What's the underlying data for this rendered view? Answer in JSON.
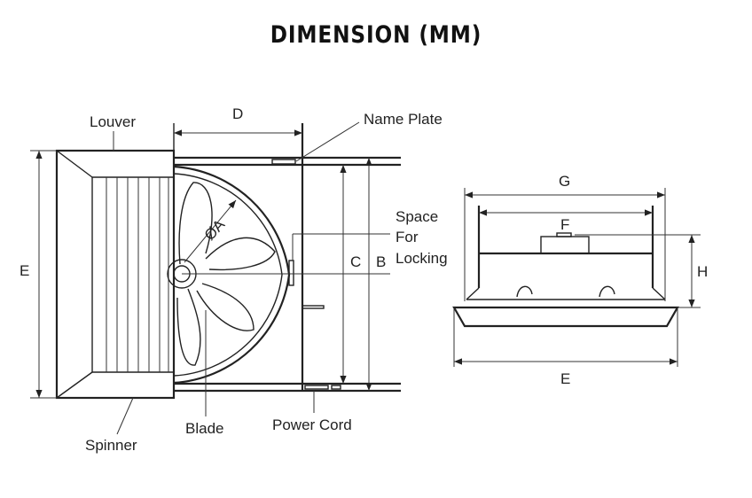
{
  "title": "DIMENSION (MM)",
  "side_view": {
    "louver": "Louver",
    "name_plate": "Name Plate",
    "space_for_locking_1": "Space",
    "space_for_locking_2": "For",
    "space_for_locking_3": "Locking",
    "dim_d": "D",
    "dim_e": "E",
    "dim_c": "C",
    "dim_b": "B",
    "dim_a": "ØA",
    "spinner": "Spinner",
    "blade": "Blade",
    "power_cord": "Power Cord"
  },
  "front_view": {
    "dim_g": "G",
    "dim_f": "F",
    "dim_h": "H",
    "dim_e": "E"
  }
}
